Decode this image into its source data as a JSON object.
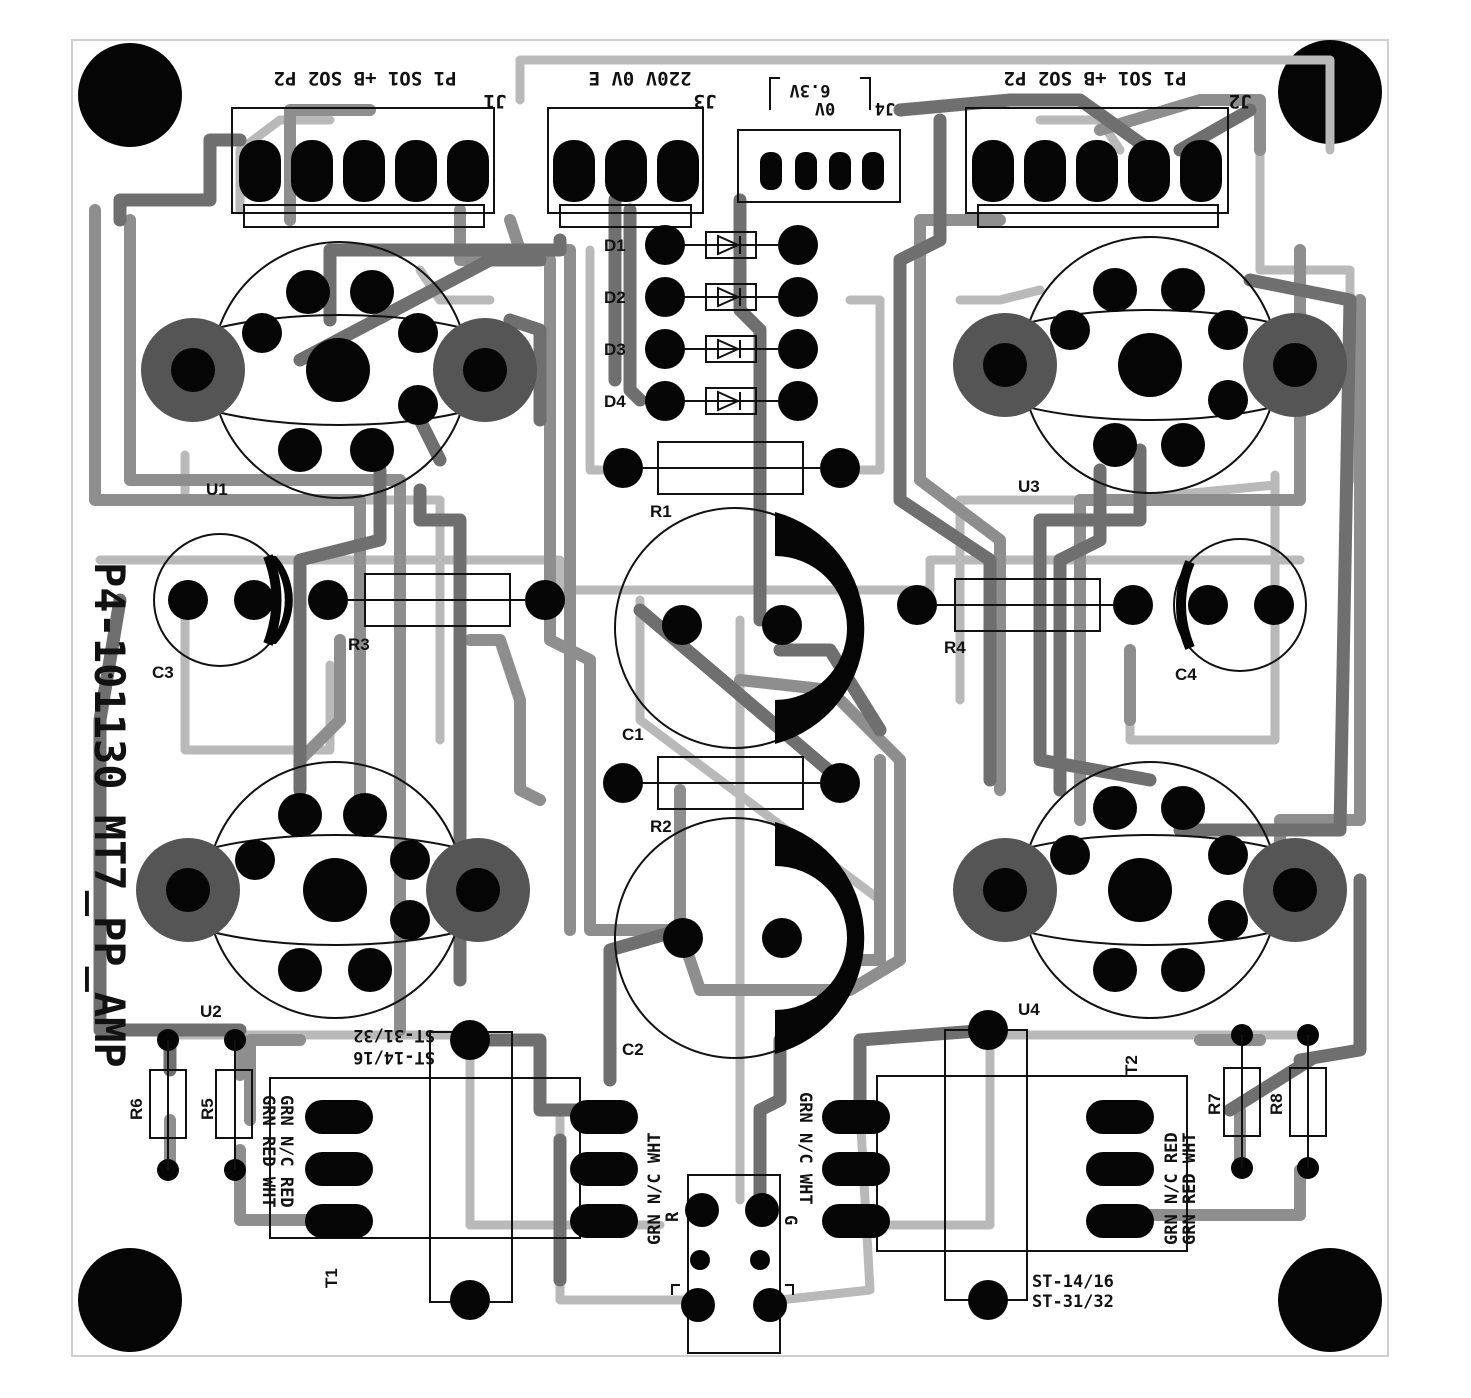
{
  "board": {
    "part_number": "P4-101130 MT7_PP_AMP"
  },
  "connectors": {
    "J1": {
      "ref": "J1",
      "pins": "P1 SO1 +B SO2 P2"
    },
    "J2": {
      "ref": "J2",
      "pins": "P1 SO1 +B SO2 P2"
    },
    "J3": {
      "ref": "J3",
      "pins": "220V 0V E"
    },
    "J4": {
      "ref": "J4",
      "pins_a": "6.3V",
      "pins_b": "0V"
    }
  },
  "components": {
    "D1": "D1",
    "D2": "D2",
    "D3": "D3",
    "D4": "D4",
    "R1": "R1",
    "R2": "R2",
    "R3": "R3",
    "R4": "R4",
    "R5": "R5",
    "R6": "R6",
    "R7": "R7",
    "R8": "R8",
    "C1": "C1",
    "C2": "C2",
    "C3": "C3",
    "C4": "C4",
    "U1": "U1",
    "U2": "U2",
    "U3": "U3",
    "U4": "U4",
    "T1": "T1",
    "T2": "T2"
  },
  "transformer_labels": {
    "t1_st_a": "ST-31/32",
    "t1_st_b": "ST-14/16",
    "t1_wires_a": "GRN N/C RED",
    "t1_wires_b": "GRN RED WHT",
    "t1_out": "GRN N/C WHT",
    "t2_in": "GRN N/C WHT",
    "t2_wires_a": "GRN N/C RED",
    "t2_wires_b": "GRN RED WHT",
    "t2_st_a": "ST-14/16",
    "t2_st_b": "ST-31/32",
    "jack_r": "R",
    "jack_g": "G"
  }
}
